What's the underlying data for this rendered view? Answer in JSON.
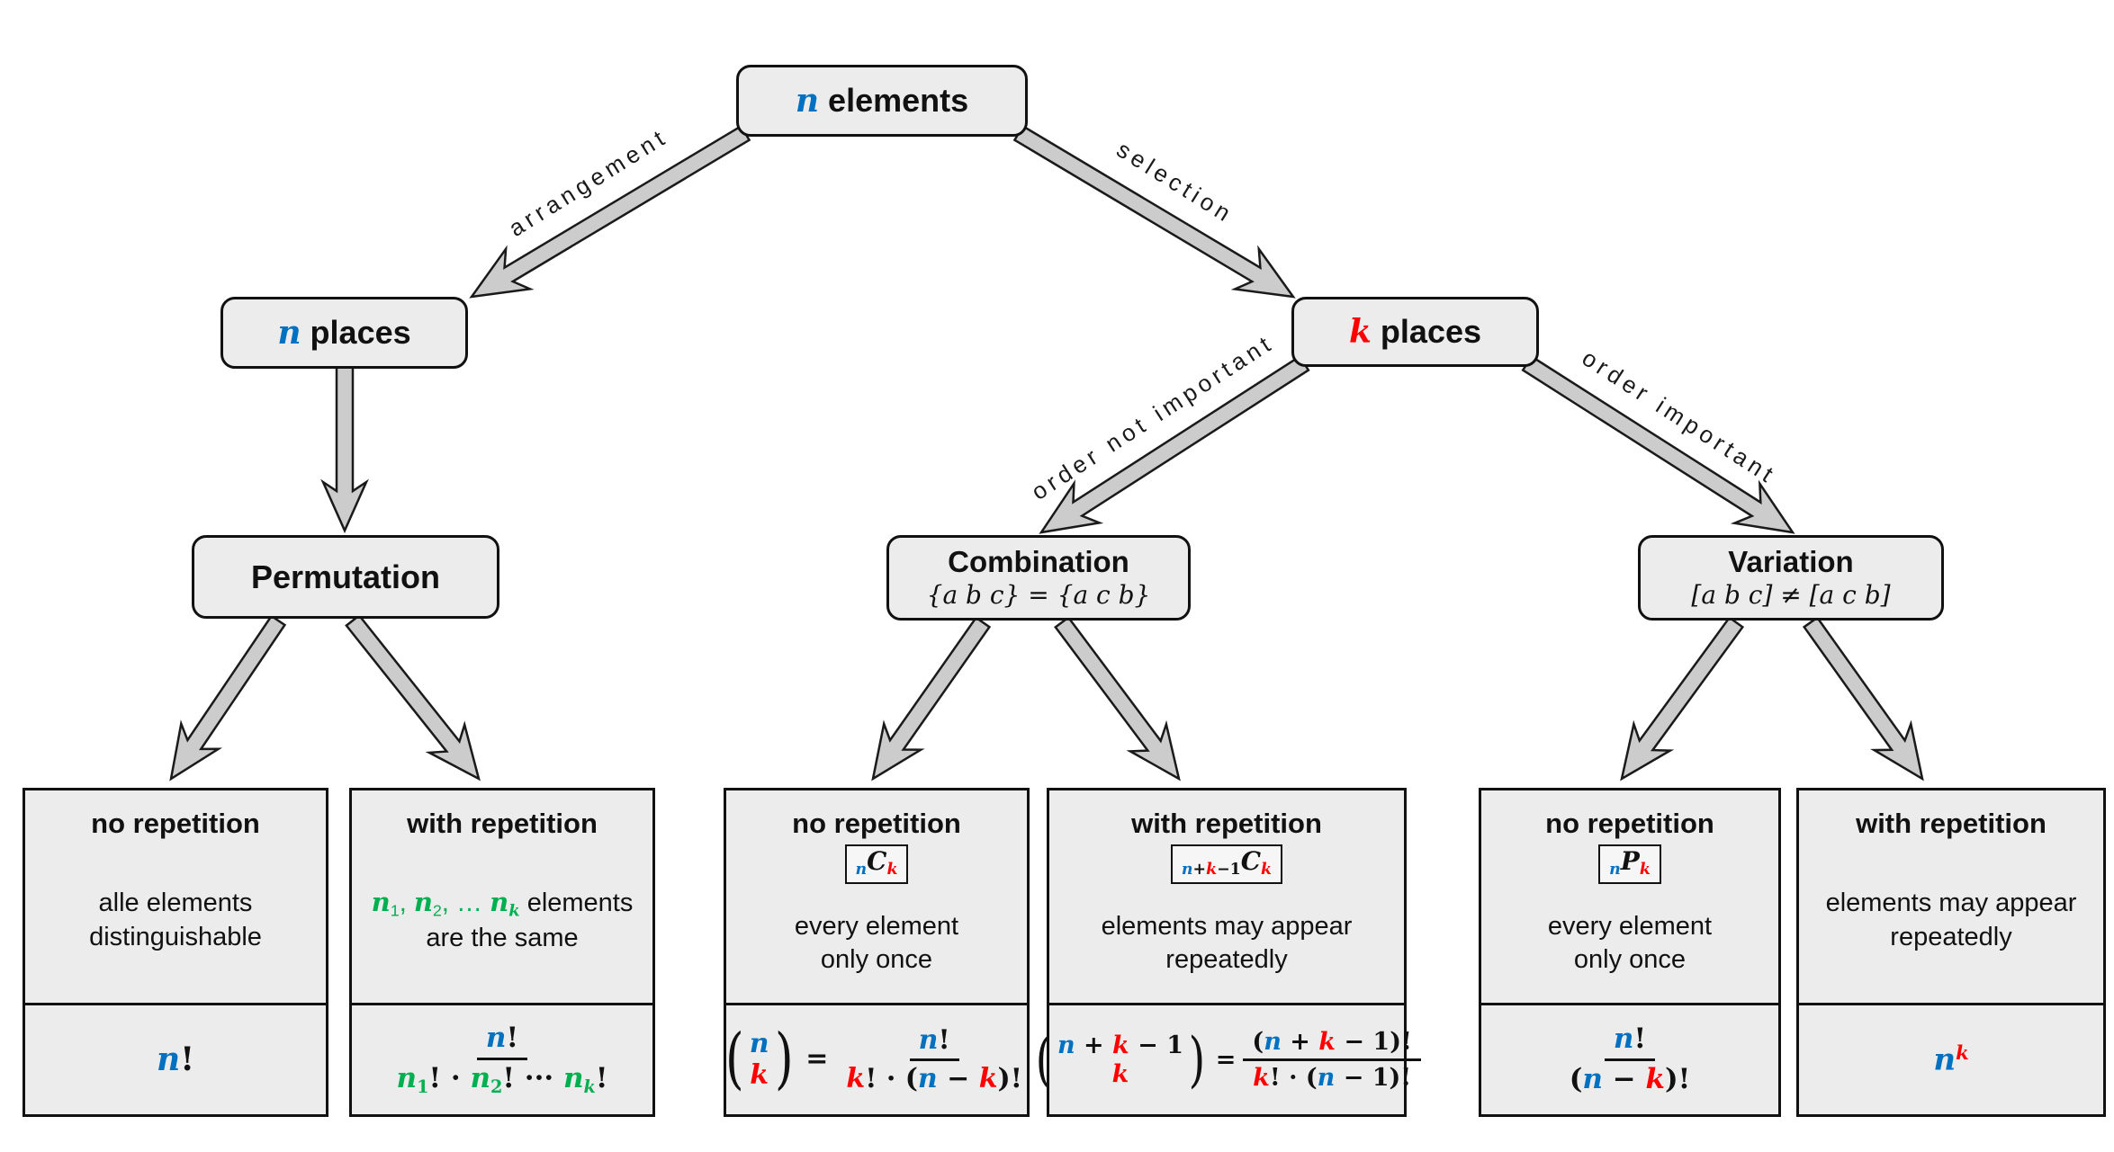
{
  "colors": {
    "blue": "#0070C0",
    "red": "#FF0000",
    "green": "#00B050",
    "box_fill": "#ECECEC",
    "arrow_fill": "#CCCCCC",
    "border": "#111111"
  },
  "nodes": {
    "n_elements": {
      "tokens": [
        {
          "t": "n",
          "c": "b",
          "v": 1
        },
        {
          "t": " elements"
        }
      ]
    },
    "n_places": {
      "tokens": [
        {
          "t": "n",
          "c": "b",
          "v": 1
        },
        {
          "t": " places"
        }
      ]
    },
    "k_places": {
      "tokens": [
        {
          "t": "k",
          "c": "r",
          "v": 1
        },
        {
          "t": " places"
        }
      ]
    },
    "permutation": {
      "title": "Permutation"
    },
    "combination": {
      "title": "Combination",
      "subtitle": "{a b c} = {a c b}"
    },
    "variation": {
      "title": "Variation",
      "subtitle": "[a b c] ≠ [a c b]"
    }
  },
  "edges": {
    "arrangement": "arrangement",
    "selection": "selection",
    "order_not_important": "order not important",
    "order_important": "order important"
  },
  "boxes": {
    "perm_norep": {
      "heading": "no repetition",
      "desc_line1": "alle elements",
      "desc_line2": "distinguishable",
      "formula": [
        {
          "t": "n",
          "c": "b",
          "v": 1
        },
        {
          "t": "!"
        }
      ]
    },
    "perm_rep": {
      "heading": "with repetition",
      "desc_line1_tokens": [
        {
          "t": "n",
          "c": "g",
          "v": 1
        },
        {
          "t": "1",
          "c": "g",
          "s": "sub"
        },
        {
          "t": ", ",
          "c": "g"
        },
        {
          "t": "n",
          "c": "g",
          "v": 1
        },
        {
          "t": "2",
          "c": "g",
          "s": "sub"
        },
        {
          "t": ", … ",
          "c": "g"
        },
        {
          "t": "n",
          "c": "g",
          "v": 1
        },
        {
          "t": "k",
          "c": "g",
          "v": 1,
          "s": "sub"
        },
        {
          "t": " elements"
        }
      ],
      "desc_line2": "are the same",
      "num": [
        {
          "t": "n",
          "c": "b",
          "v": 1
        },
        {
          "t": "!"
        }
      ],
      "den": [
        {
          "t": "n",
          "c": "g",
          "v": 1
        },
        {
          "t": "1",
          "c": "g",
          "s": "sub"
        },
        {
          "t": "! · "
        },
        {
          "t": "n",
          "c": "g",
          "v": 1
        },
        {
          "t": "2",
          "c": "g",
          "s": "sub"
        },
        {
          "t": "! ··· "
        },
        {
          "t": "n",
          "c": "g",
          "v": 1
        },
        {
          "t": "k",
          "c": "g",
          "v": 1,
          "s": "sub"
        },
        {
          "t": "!"
        }
      ]
    },
    "comb_norep": {
      "heading": "no repetition",
      "badge": [
        {
          "t": "n",
          "c": "b",
          "v": 1,
          "s": "sub"
        },
        {
          "t": "C",
          "v": 1
        },
        {
          "t": "k",
          "c": "r",
          "v": 1,
          "s": "sub"
        }
      ],
      "desc_line1": "every element",
      "desc_line2": "only once",
      "lparen": "(",
      "rparen": ")",
      "eq": "=",
      "binom_top": [
        {
          "t": "n",
          "c": "b",
          "v": 1
        }
      ],
      "binom_bottom": [
        {
          "t": "k",
          "c": "r",
          "v": 1
        }
      ],
      "num": [
        {
          "t": "n",
          "c": "b",
          "v": 1
        },
        {
          "t": "!"
        }
      ],
      "den": [
        {
          "t": "k",
          "c": "r",
          "v": 1
        },
        {
          "t": "! · ("
        },
        {
          "t": "n",
          "c": "b",
          "v": 1
        },
        {
          "t": " − "
        },
        {
          "t": "k",
          "c": "r",
          "v": 1
        },
        {
          "t": ")!"
        }
      ]
    },
    "comb_rep": {
      "heading": "with repetition",
      "badge": [
        {
          "t": "n",
          "c": "b",
          "v": 1,
          "s": "sub"
        },
        {
          "t": "+",
          "s": "sub"
        },
        {
          "t": "k",
          "c": "r",
          "v": 1,
          "s": "sub"
        },
        {
          "t": "−1",
          "s": "sub"
        },
        {
          "t": "C",
          "v": 1
        },
        {
          "t": "k",
          "c": "r",
          "v": 1,
          "s": "sub"
        }
      ],
      "desc_line1": "elements may appear",
      "desc_line2": "repeatedly",
      "lparen": "(",
      "rparen": ")",
      "eq": "=",
      "binom_top": [
        {
          "t": "n",
          "c": "b",
          "v": 1
        },
        {
          "t": " + "
        },
        {
          "t": "k",
          "c": "r",
          "v": 1
        },
        {
          "t": " − 1"
        }
      ],
      "binom_bottom": [
        {
          "t": "k",
          "c": "r",
          "v": 1
        }
      ],
      "num": [
        {
          "t": "("
        },
        {
          "t": "n",
          "c": "b",
          "v": 1
        },
        {
          "t": " + "
        },
        {
          "t": "k",
          "c": "r",
          "v": 1
        },
        {
          "t": " − 1"
        },
        {
          "t": ")!"
        }
      ],
      "den": [
        {
          "t": "k",
          "c": "r",
          "v": 1
        },
        {
          "t": "! · ("
        },
        {
          "t": "n",
          "c": "b",
          "v": 1
        },
        {
          "t": " − 1"
        },
        {
          "t": ")!"
        }
      ]
    },
    "var_norep": {
      "heading": "no repetition",
      "badge": [
        {
          "t": "n",
          "c": "b",
          "v": 1,
          "s": "sub"
        },
        {
          "t": "P",
          "v": 1
        },
        {
          "t": "k",
          "c": "r",
          "v": 1,
          "s": "sub"
        }
      ],
      "desc_line1": "every element",
      "desc_line2": "only once",
      "num": [
        {
          "t": "n",
          "c": "b",
          "v": 1
        },
        {
          "t": "!"
        }
      ],
      "den": [
        {
          "t": "("
        },
        {
          "t": "n",
          "c": "b",
          "v": 1
        },
        {
          "t": " − "
        },
        {
          "t": "k",
          "c": "r",
          "v": 1
        },
        {
          "t": ")!"
        }
      ]
    },
    "var_rep": {
      "heading": "with repetition",
      "desc_line1": "elements may appear",
      "desc_line2": "repeatedly",
      "formula": [
        {
          "t": "n",
          "c": "b",
          "v": 1
        },
        {
          "t": "k",
          "c": "r",
          "v": 1,
          "s": "sup"
        }
      ]
    }
  }
}
